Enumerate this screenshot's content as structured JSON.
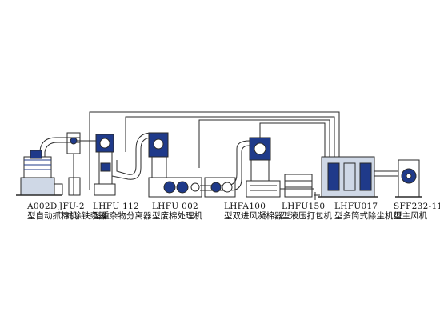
{
  "machines": [
    {
      "model": "A002D",
      "name": "型自动抓棉机"
    },
    {
      "model": "JFU-2",
      "name": "T式除铁杂器"
    },
    {
      "model": "LHFU 112",
      "name": "型重杂物分离器"
    },
    {
      "model": "LHFU 002",
      "name": "型废棉处理机"
    },
    {
      "model": "LHFA100",
      "name": "型双进风凝棉器"
    },
    {
      "model": "LHFU150",
      "name": "型液压打包机"
    },
    {
      "model": "LHFU017",
      "name": "型多筒式除尘机组"
    },
    {
      "model": "SFF232-11",
      "name": "型主风机"
    }
  ],
  "colors": {
    "line": "#2a2a2a",
    "accent": "#1f3a8a",
    "fill": "#cfd8e6"
  }
}
